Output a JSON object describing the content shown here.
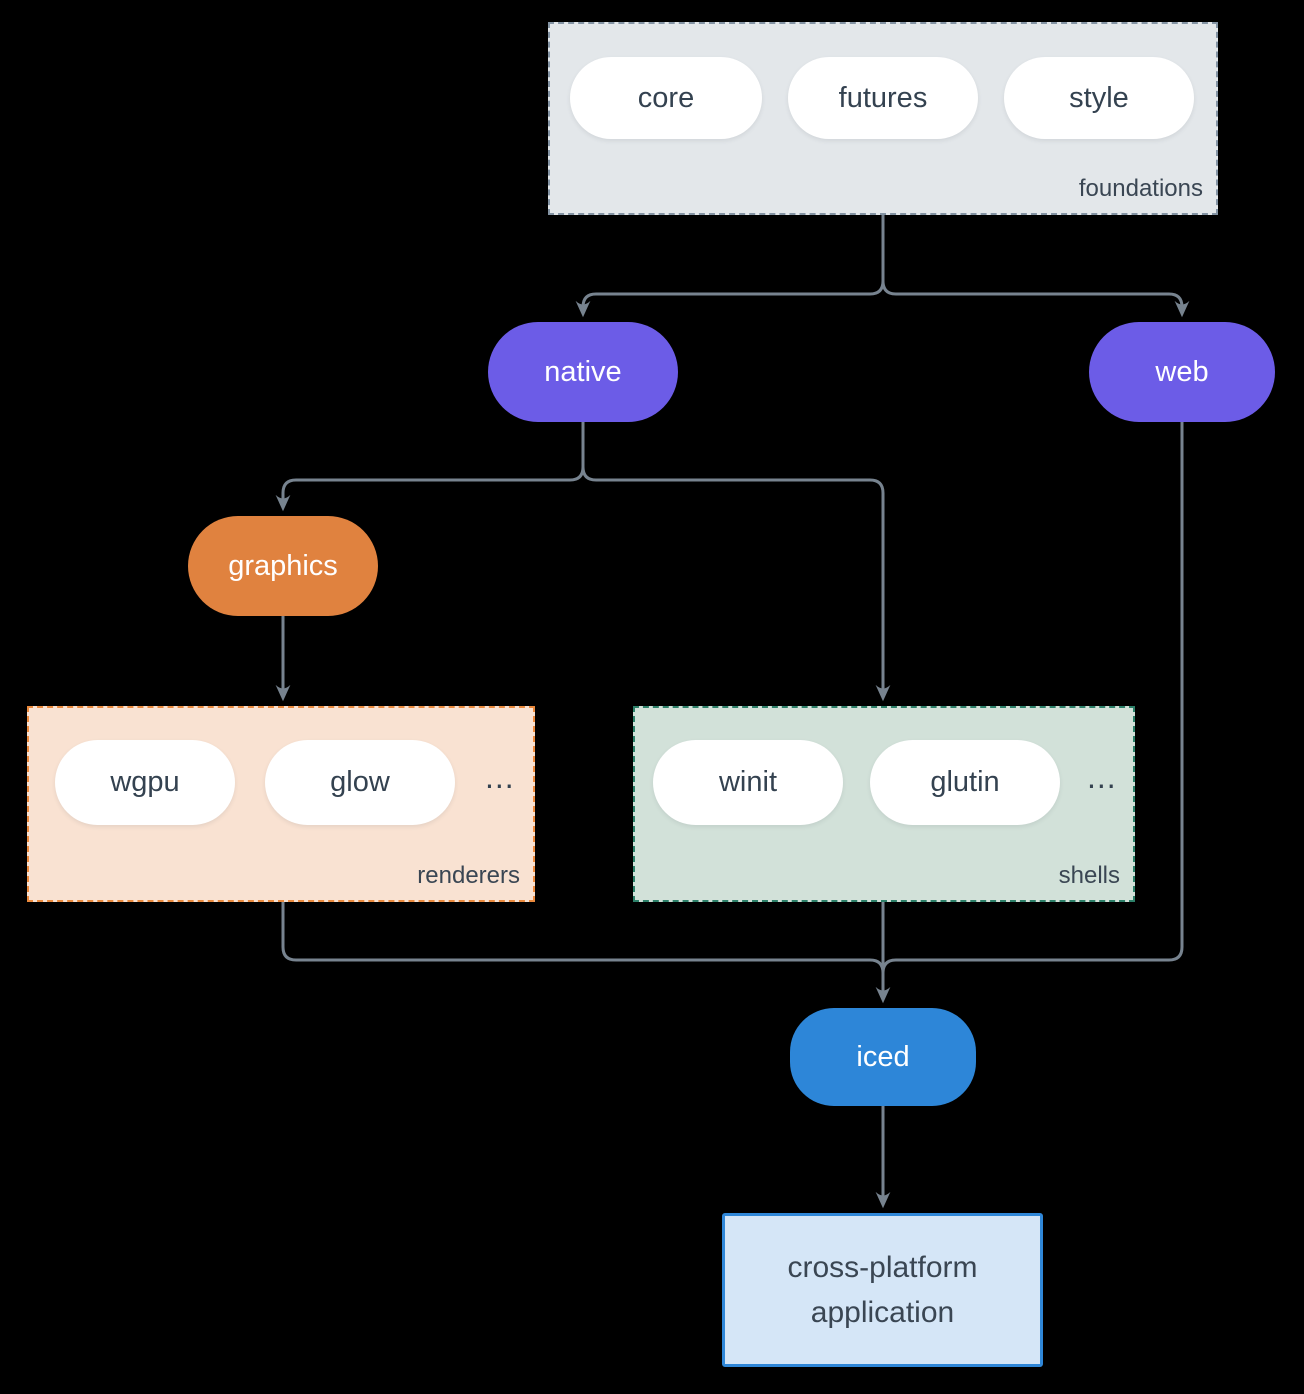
{
  "canvas": {
    "background": "#000000"
  },
  "colors": {
    "connector": "#77838f",
    "node_text_dark": "#344250",
    "node_text_light": "#ffffff",
    "purple": "#6c5ce7",
    "orange": "#e0823f",
    "blue": "#2d86d8",
    "foundations_fill": "#e3e7ea",
    "foundations_border": "#8494a4",
    "renderers_fill": "#f9e2d2",
    "renderers_border": "#eb8a3d",
    "shells_fill": "#d2e1d9",
    "shells_border": "#2d8069",
    "application_fill": "#d5e6f7",
    "application_border": "#2f87d8"
  },
  "diagram": {
    "foundations": {
      "label": "foundations",
      "pills": [
        "core",
        "futures",
        "style"
      ]
    },
    "native": {
      "label": "native"
    },
    "web": {
      "label": "web"
    },
    "graphics": {
      "label": "graphics"
    },
    "renderers": {
      "label": "renderers",
      "pills": [
        "wgpu",
        "glow"
      ],
      "ellipsis": "..."
    },
    "shells": {
      "label": "shells",
      "pills": [
        "winit",
        "glutin"
      ],
      "ellipsis": "..."
    },
    "iced": {
      "label": "iced"
    },
    "application": {
      "label": "cross-platform application"
    }
  }
}
